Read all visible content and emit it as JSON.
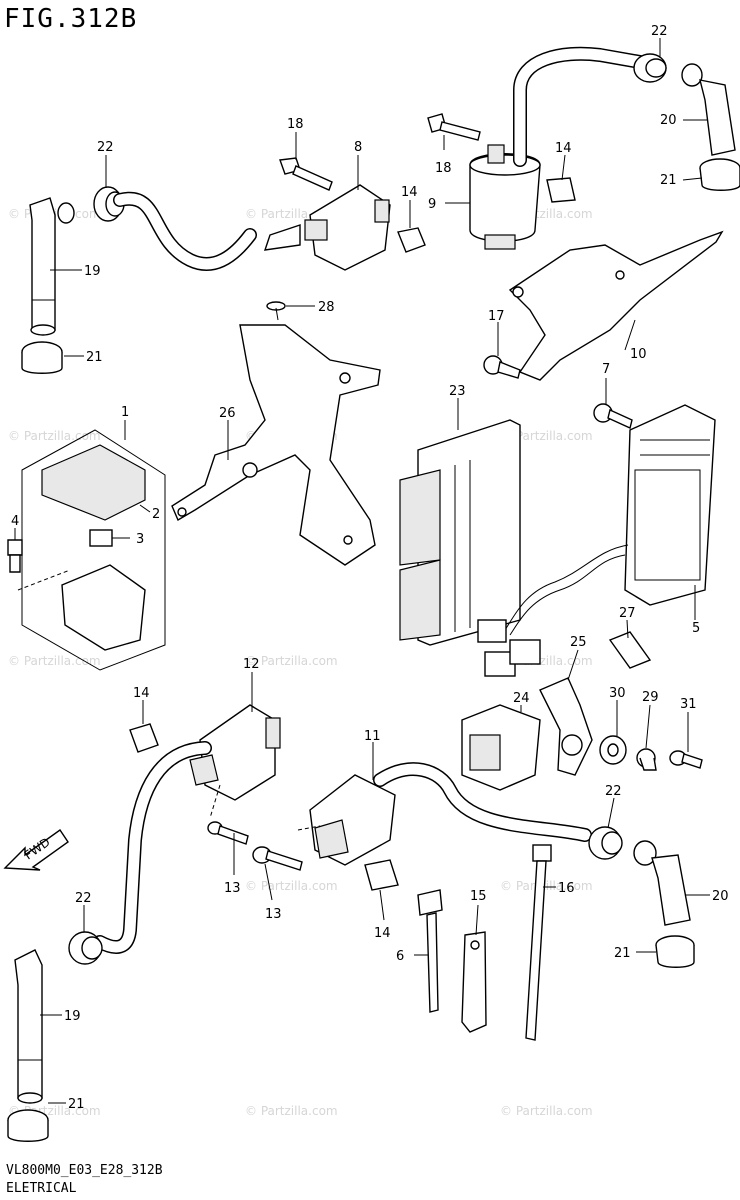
{
  "figure_title": "FIG.312B",
  "diagram_code": "VL800M0_E03_E28_312B",
  "category": "ELETRICAL",
  "watermark": "© Partzilla.com",
  "fwd_label": "FWD",
  "callouts": [
    "1",
    "2",
    "3",
    "4",
    "5",
    "6",
    "7",
    "8",
    "9",
    "10",
    "11",
    "12",
    "13",
    "13",
    "14",
    "14",
    "14",
    "14",
    "15",
    "16",
    "17",
    "18",
    "18",
    "19",
    "19",
    "20",
    "20",
    "21",
    "21",
    "21",
    "21",
    "22",
    "22",
    "22",
    "22",
    "23",
    "24",
    "25",
    "26",
    "27",
    "28",
    "29",
    "30",
    "31"
  ]
}
